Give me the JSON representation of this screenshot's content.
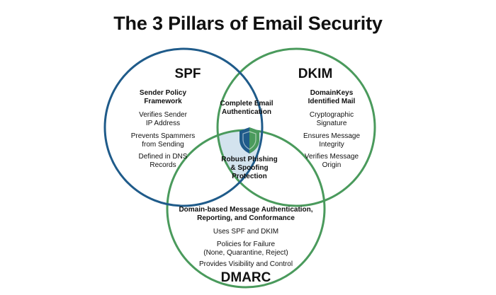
{
  "title": "The 3 Pillars of Email Security",
  "colors": {
    "spf": "#1f5b8a",
    "dkim_dmarc": "#4a9a5c",
    "center_fill": "#d3e3ee",
    "shield_blue": "#1f5b8a",
    "shield_green": "#4a9a5c"
  },
  "icons": {
    "center": "shield-icon"
  },
  "spf": {
    "label": "SPF",
    "subtitle": "Sender Policy\nFramework",
    "items": [
      "Verifies Sender\nIP Address",
      "Prevents Spammers\nfrom Sending",
      "Defined in DNS\nRecords"
    ]
  },
  "dkim": {
    "label": "DKIM",
    "subtitle": "DomainKeys\nIdentified Mail",
    "items": [
      "Cryptographic\nSignature",
      "Ensures Message\nIntegrity",
      "Verifies Message\nOrigin"
    ]
  },
  "dmarc": {
    "label": "DMARC",
    "subtitle": "Domain-based Message Authentication,\nReporting, and Conformance",
    "items": [
      "Uses SPF and DKIM",
      "Policies for Failure\n(None, Quarantine, Reject)",
      "Provides Visibility and Control"
    ]
  },
  "overlap_spf_dkim": "Complete Email\nAuthentication",
  "center": "Robust Phishing\n& Spoofing\nProtection"
}
